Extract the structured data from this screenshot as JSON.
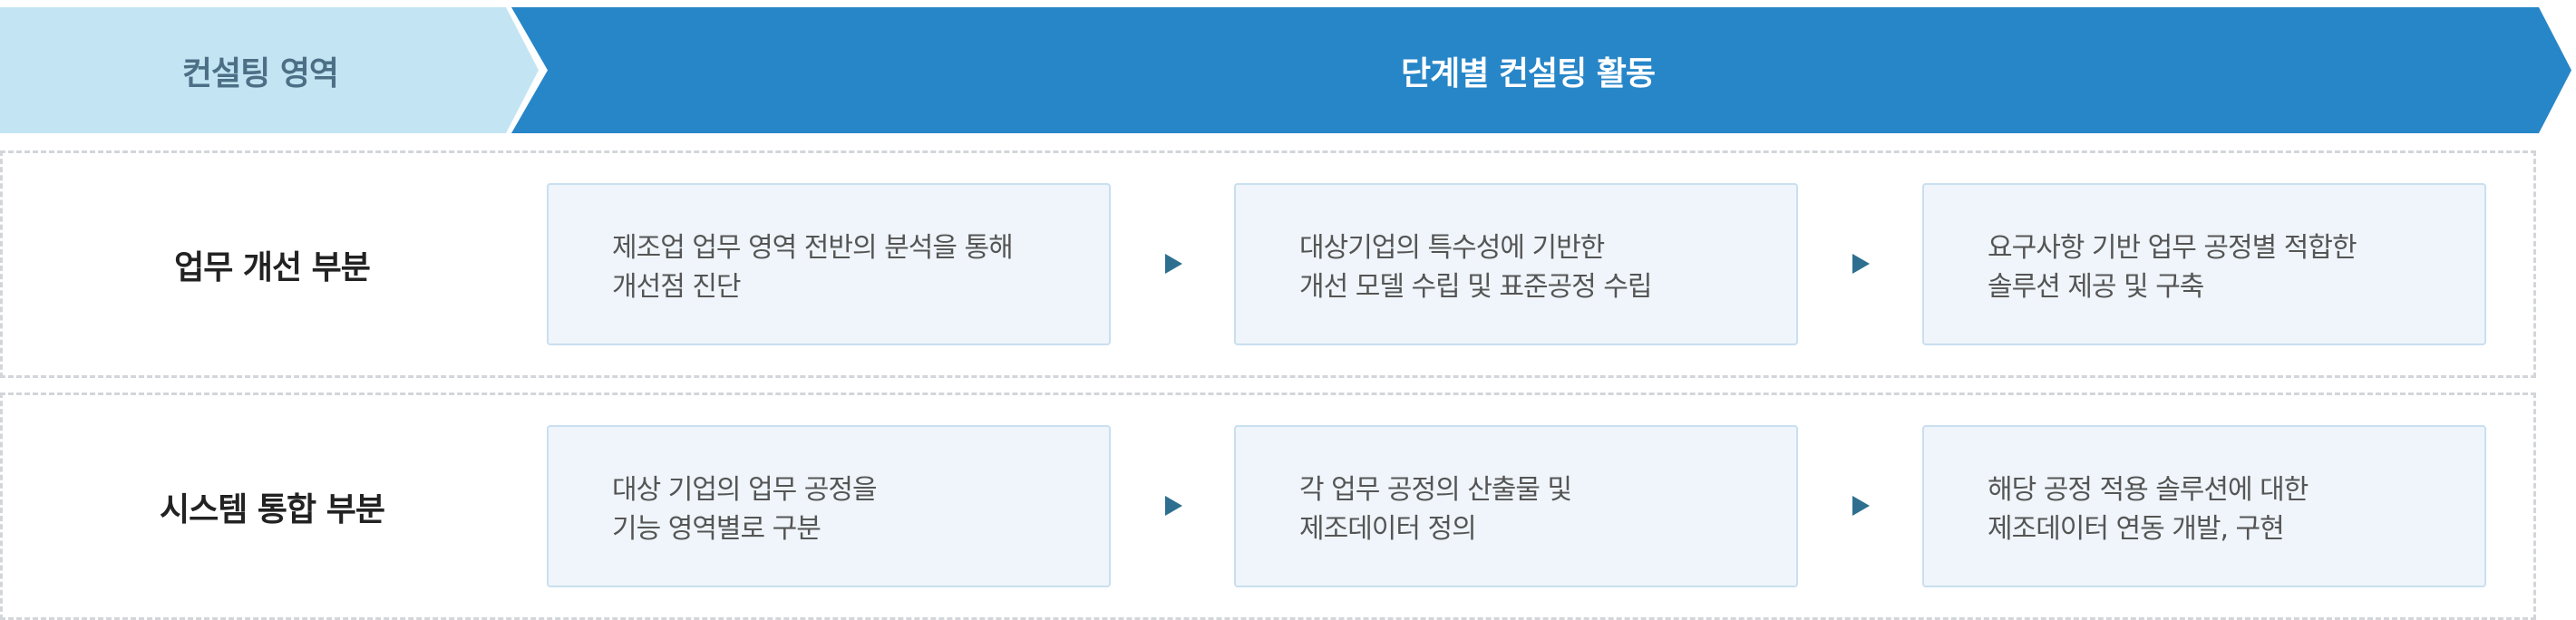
{
  "header": {
    "left_label": "컨설팅 영역",
    "right_label": "단계별 컨설팅 활동",
    "left_color": "#c3e5f3",
    "right_color": "#2786c8"
  },
  "rows": [
    {
      "title": "업무 개선 부분",
      "steps": [
        "제조업 업무 영역 전반의 분석을 통해\n개선점 진단",
        "대상기업의 특수성에 기반한\n개선 모델 수립 및 표준공정 수립",
        "요구사항 기반 업무 공정별 적합한\n솔루션 제공 및 구축"
      ]
    },
    {
      "title": "시스템 통합 부분",
      "steps": [
        "대상 기업의 업무 공정을\n기능 영역별로 구분",
        "각 업무 공정의 산출물 및\n제조데이터 정의",
        "해당 공정 적용 솔루션에 대한\n제조데이터 연동 개발, 구현"
      ]
    }
  ],
  "icons": {
    "step_arrow": "triangle-right-icon"
  }
}
